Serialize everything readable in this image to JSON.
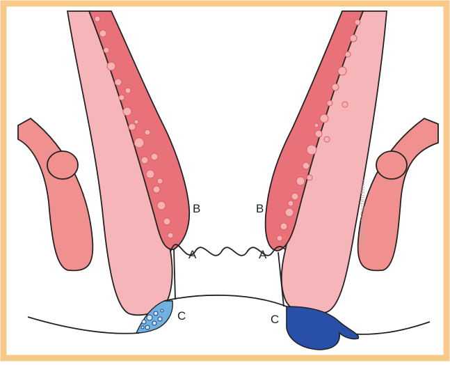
{
  "labels": {
    "a_left": "A",
    "a_right": "A",
    "b_left": "B",
    "b_right": "B",
    "c_left": "C",
    "c_right": "C"
  },
  "watermark": "andreascharfenstein",
  "colors": {
    "frame": "#f9c98a",
    "outer_muscle": "#f0908f",
    "inner_muscle_red": "#e9727a",
    "inner_muscle_pink": "#f6b5b8",
    "bubble": "#f7b2b3",
    "blue_light": "#6fb1e0",
    "blue_dark": "#2850a8",
    "outline": "#222222"
  }
}
